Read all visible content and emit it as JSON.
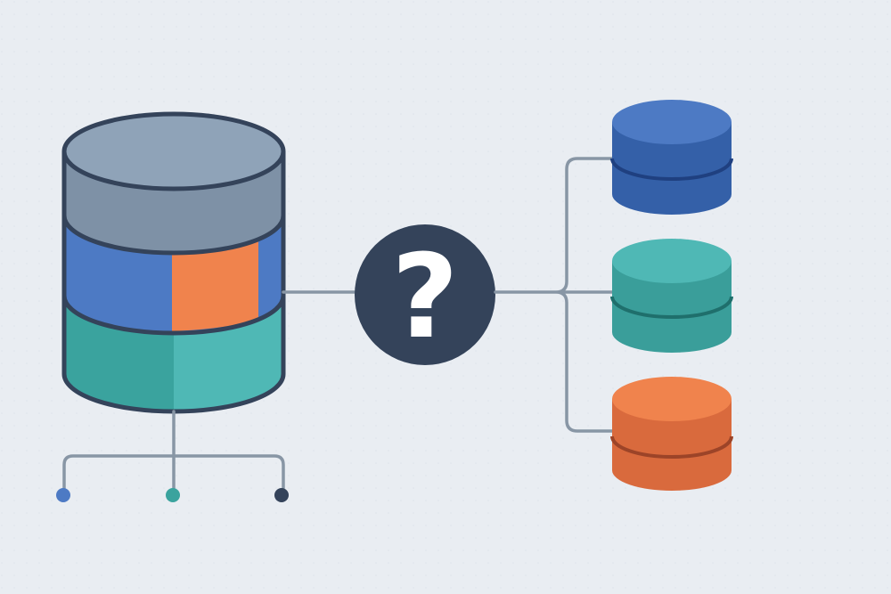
{
  "diagram": {
    "background_color": "#e9edf2",
    "outline_color": "#34435a",
    "connector_color": "#8896a5",
    "source_database": {
      "icon": "database-icon",
      "layers": [
        {
          "name": "top-layer",
          "color": "#7e91a6",
          "cap_color": "#8fa3b8"
        },
        {
          "name": "middle-layer",
          "color": "#4d7ac4",
          "highlight_color": "#f0834d"
        },
        {
          "name": "bottom-layer",
          "color": "#3aa39e",
          "light_color": "#4fb8b5"
        }
      ],
      "output_nodes": [
        {
          "name": "node-blue",
          "color": "#4d7ac4"
        },
        {
          "name": "node-teal",
          "color": "#3aa39e"
        },
        {
          "name": "node-dark",
          "color": "#34435a"
        }
      ]
    },
    "decision_node": {
      "icon": "question-mark-icon",
      "symbol": "?",
      "fill_color": "#34435a",
      "symbol_color": "#ffffff"
    },
    "target_databases": [
      {
        "name": "target-database-blue",
        "top_color": "#4d7ac4",
        "body_color": "#3460a8",
        "band_color": "#1f4080"
      },
      {
        "name": "target-database-teal",
        "top_color": "#4fb8b5",
        "body_color": "#3a9e9a",
        "band_color": "#1f6f6c"
      },
      {
        "name": "target-database-orange",
        "top_color": "#f0834d",
        "body_color": "#d96a3d",
        "band_color": "#9c4428"
      }
    ]
  }
}
